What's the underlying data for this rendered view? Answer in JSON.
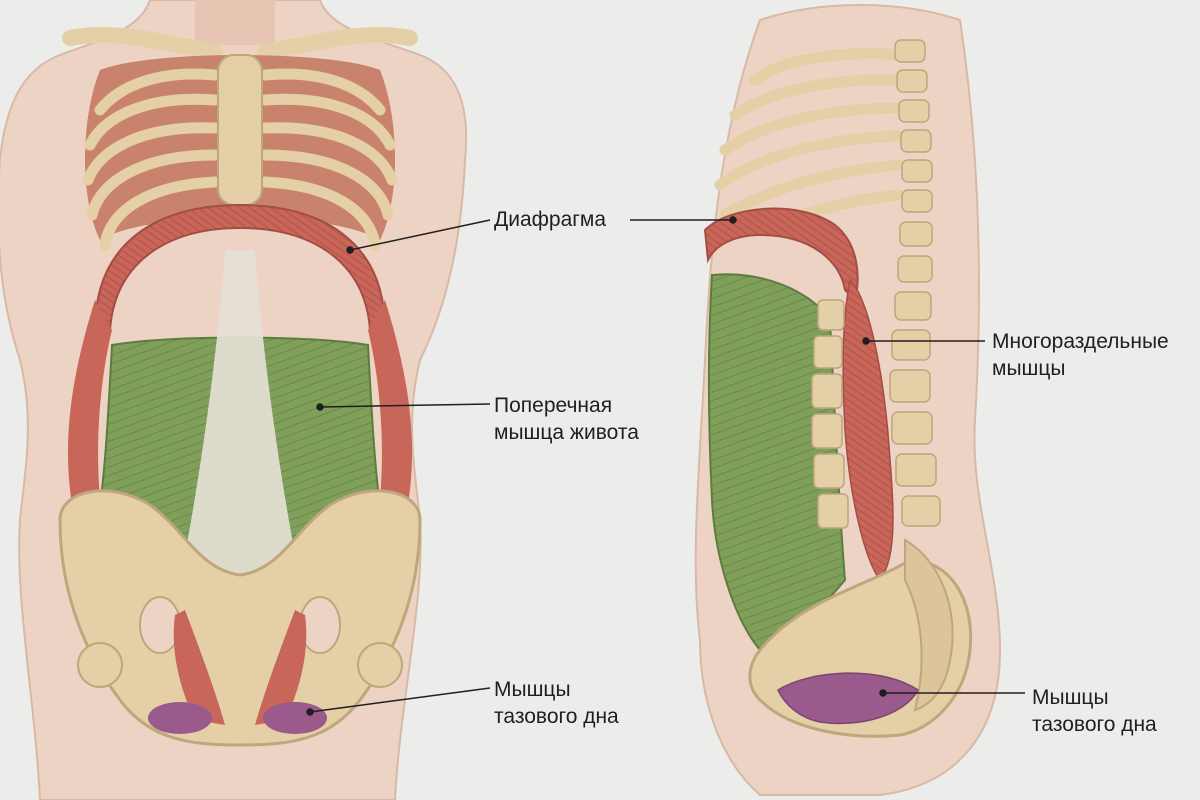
{
  "labels": {
    "diaphragm": "Диафрагма",
    "transverse_line1": "Поперечная",
    "transverse_line2": "мышца живота",
    "pelvic_front_line1": "Мышцы",
    "pelvic_front_line2": "тазового дна",
    "multifidus_line1": "Многораздельные",
    "multifidus_line2": "мышцы",
    "pelvic_side_line1": "Мышцы",
    "pelvic_side_line2": "тазового дна"
  },
  "colors": {
    "background": "#ececea",
    "skin": "#ecd3c4",
    "bone": "#e4cfa6",
    "bone_outline": "#bfa67c",
    "muscle_red": "#c8665a",
    "muscle_green": "#7f9f5a",
    "pelvic_floor": "#9a5a8c",
    "fascia": "#e5e0d6",
    "leader_line": "#1f1f1f"
  }
}
